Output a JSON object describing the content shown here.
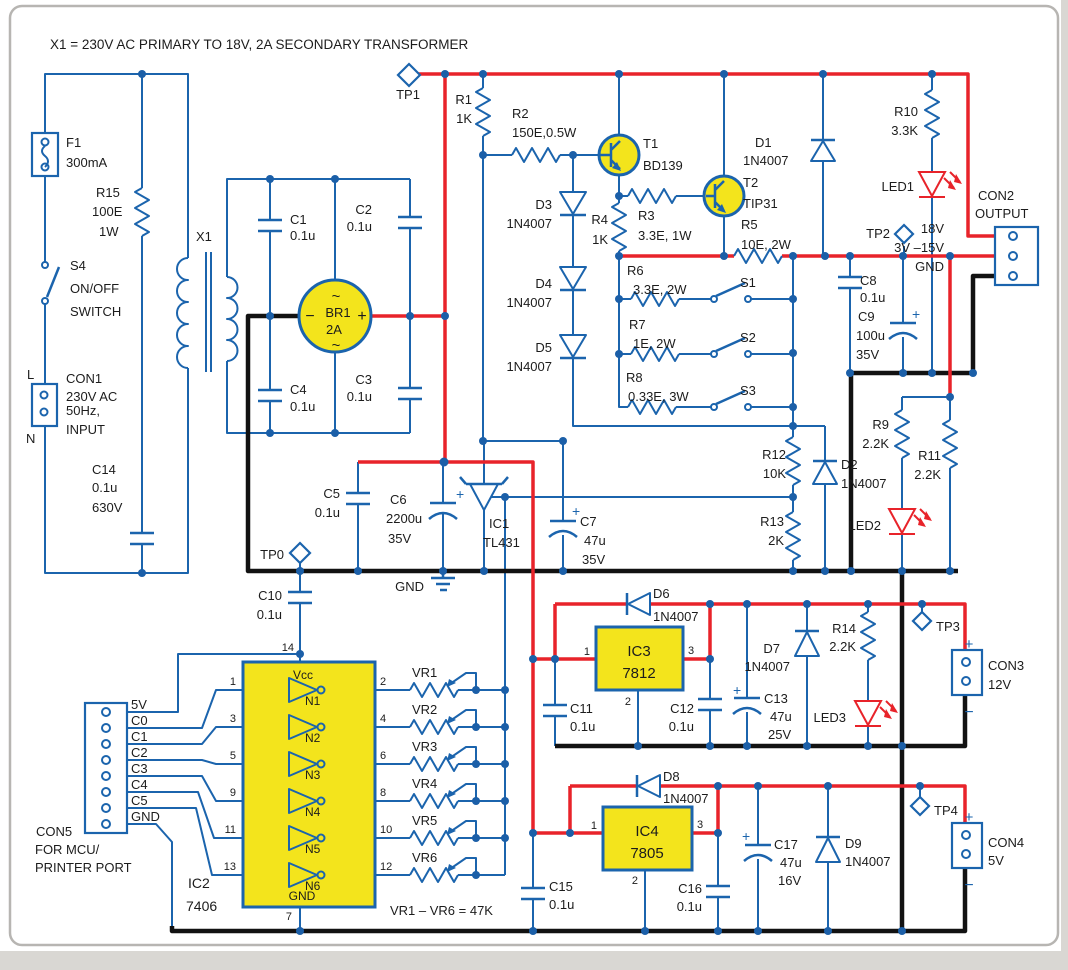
{
  "title": "X1 = 230V AC PRIMARY TO 18V, 2A  SECONDARY TRANSFORMER",
  "colors": {
    "wire": "#1b64ad",
    "power": "#e8232a",
    "ground": "#121212",
    "part_fill": "#f3e41c",
    "text": "#1c1c1c"
  },
  "ac_input": {
    "f1": {
      "ref": "F1",
      "val": "300mA"
    },
    "r15": {
      "ref": "R15",
      "val": "100E",
      "watt": "1W"
    },
    "s4": {
      "ref": "S4",
      "l1": "ON/OFF",
      "l2": "SWITCH"
    },
    "con1": {
      "ref": "CON1",
      "l1": "230V AC",
      "l2": "50Hz,",
      "l3": "INPUT",
      "live": "L",
      "neutral": "N"
    },
    "c14": {
      "ref": "C14",
      "val": "0.1u",
      "volt": "630V"
    },
    "x1": {
      "ref": "X1"
    }
  },
  "rectifier": {
    "c1": {
      "ref": "C1",
      "val": "0.1u"
    },
    "c2": {
      "ref": "C2",
      "val": "0.1u"
    },
    "c3": {
      "ref": "C3",
      "val": "0.1u"
    },
    "c4": {
      "ref": "C4",
      "val": "0.1u"
    },
    "br1": {
      "ref": "BR1",
      "val": "2A",
      "plus": "+",
      "minus": "−",
      "ac": "~"
    }
  },
  "regulator": {
    "r1": {
      "ref": "R1",
      "val": "1K"
    },
    "r2": {
      "ref": "R2",
      "val": "150E,0.5W"
    },
    "t1": {
      "ref": "T1",
      "part": "BD139"
    },
    "t2": {
      "ref": "T2",
      "part": "TIP31"
    },
    "r3": {
      "ref": "R3",
      "val": "3.3E, 1W"
    },
    "r4": {
      "ref": "R4",
      "val": "1K"
    },
    "r5": {
      "ref": "R5",
      "val": "10E, 2W"
    },
    "d1": {
      "ref": "D1",
      "part": "1N4007"
    },
    "d3": {
      "ref": "D3",
      "part": "1N4007"
    },
    "d4": {
      "ref": "D4",
      "part": "1N4007"
    },
    "d5": {
      "ref": "D5",
      "part": "1N4007"
    },
    "r6": {
      "ref": "R6",
      "val": "3.3E, 2W"
    },
    "r7": {
      "ref": "R7",
      "val": "1E, 2W"
    },
    "r8": {
      "ref": "R8",
      "val": "0.33E, 3W"
    },
    "s1": {
      "ref": "S1"
    },
    "s2": {
      "ref": "S2"
    },
    "s3": {
      "ref": "S3"
    },
    "r12": {
      "ref": "R12",
      "val": "10K"
    },
    "r13": {
      "ref": "R13",
      "val": "2K"
    },
    "d2": {
      "ref": "D2",
      "part": "1N4007"
    },
    "c5": {
      "ref": "C5",
      "val": "0.1u"
    },
    "c6": {
      "ref": "C6",
      "val": "2200u",
      "volt": "35V"
    },
    "ic1": {
      "ref": "IC1",
      "part": "TL431"
    },
    "c7": {
      "ref": "C7",
      "val": "47u",
      "volt": "35V"
    },
    "gnd_label": "GND"
  },
  "output": {
    "r10": {
      "ref": "R10",
      "val": "3.3K"
    },
    "led1": {
      "ref": "LED1"
    },
    "c8": {
      "ref": "C8",
      "val": "0.1u"
    },
    "c9": {
      "ref": "C9",
      "val": "100u",
      "volt": "35V"
    },
    "r9": {
      "ref": "R9",
      "val": "2.2K"
    },
    "r11": {
      "ref": "R11",
      "val": "2.2K"
    },
    "led2": {
      "ref": "LED2"
    },
    "con2": {
      "ref": "CON2",
      "label": "OUTPUT",
      "pin1": "18V",
      "pin2": "3V –15V",
      "pin3": "GND"
    }
  },
  "testpoints": {
    "tp0": "TP0",
    "tp1": "TP1",
    "tp2": "TP2",
    "tp3": "TP3",
    "tp4": "TP4"
  },
  "logic": {
    "c10": {
      "ref": "C10",
      "val": "0.1u"
    },
    "ic2": {
      "ref": "IC2",
      "part": "7406",
      "vcc": "Vcc",
      "gnd": "GND",
      "pin_top": "14",
      "pin_bottom": "7",
      "gates": [
        "N1",
        "N2",
        "N3",
        "N4",
        "N5",
        "N6"
      ],
      "pins_in": [
        "1",
        "3",
        "5",
        "9",
        "11",
        "13"
      ],
      "pins_out": [
        "2",
        "4",
        "6",
        "8",
        "10",
        "12"
      ]
    },
    "con5": {
      "ref": "CON5",
      "desc1": "FOR MCU/",
      "desc2": "PRINTER PORT",
      "pins": [
        "5V",
        "C0",
        "C1",
        "C2",
        "C3",
        "C4",
        "C5",
        "GND"
      ]
    },
    "vr": {
      "refs": [
        "VR1",
        "VR2",
        "VR3",
        "VR4",
        "VR5",
        "VR6"
      ],
      "note": "VR1 – VR6 = 47K"
    }
  },
  "rail12": {
    "d6": {
      "ref": "D6",
      "part": "1N4007"
    },
    "ic3": {
      "ref": "IC3",
      "part": "7812",
      "p1": "1",
      "p2": "2",
      "p3": "3"
    },
    "c11": {
      "ref": "C11",
      "val": "0.1u"
    },
    "c12": {
      "ref": "C12",
      "val": "0.1u"
    },
    "d7": {
      "ref": "D7",
      "part": "1N4007"
    },
    "c13": {
      "ref": "C13",
      "val": "47u",
      "volt": "25V"
    },
    "r14": {
      "ref": "R14",
      "val": "2.2K"
    },
    "led3": {
      "ref": "LED3"
    },
    "con3": {
      "ref": "CON3",
      "val": "12V",
      "plus": "+",
      "minus": "−"
    }
  },
  "rail5": {
    "d8": {
      "ref": "D8",
      "part": "1N4007"
    },
    "ic4": {
      "ref": "IC4",
      "part": "7805",
      "p1": "1",
      "p2": "2",
      "p3": "3"
    },
    "c15": {
      "ref": "C15",
      "val": "0.1u"
    },
    "c16": {
      "ref": "C16",
      "val": "0.1u"
    },
    "c17": {
      "ref": "C17",
      "val": "47u",
      "volt": "16V"
    },
    "d9": {
      "ref": "D9",
      "part": "1N4007"
    },
    "con4": {
      "ref": "CON4",
      "val": "5V",
      "plus": "+",
      "minus": "−"
    }
  },
  "misc": {
    "plus": "+"
  }
}
